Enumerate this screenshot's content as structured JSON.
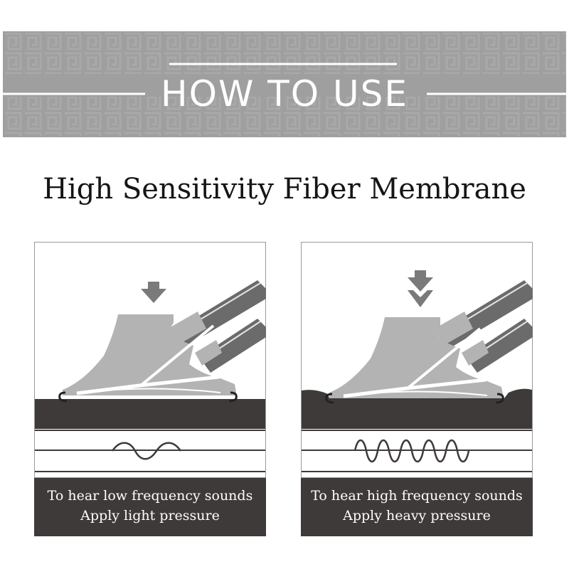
{
  "banner": {
    "title": "HOW TO USE"
  },
  "heading": "High Sensitivity Fiber Membrane",
  "panels": [
    {
      "pressure": "light",
      "wave_frequency": "low",
      "caption_line1": "To hear low frequency sounds",
      "caption_line2": "Apply light pressure"
    },
    {
      "pressure": "heavy",
      "wave_frequency": "high",
      "caption_line1": "To hear high frequency sounds",
      "caption_line2": "Apply heavy pressure"
    }
  ],
  "colors": {
    "banner_bg": "#9f9f9f",
    "chestpiece": "#b3b3b3",
    "tubing": "#6b6b6b",
    "skin": "#3e3a39",
    "caption_bg": "#3e3a39"
  }
}
